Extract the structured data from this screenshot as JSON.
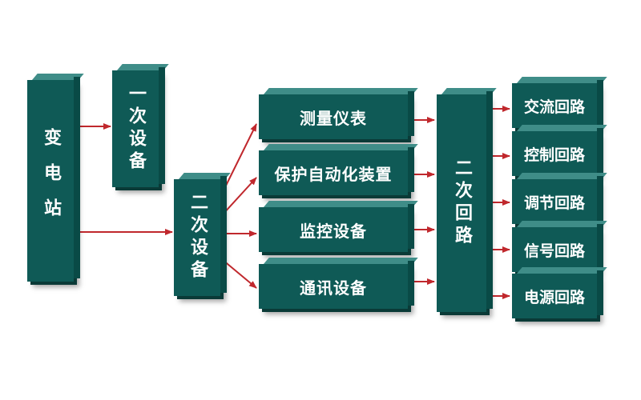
{
  "nodes": {
    "substation": "变电站",
    "primary_equipment": "一次设备",
    "secondary_equipment": "二次设备",
    "measurement_instruments": "测量仪表",
    "protection_automation": "保护自动化装置",
    "monitoring_equipment": "监控设备",
    "communication_equipment": "通讯设备",
    "secondary_circuit": "二次回路",
    "ac_circuit": "交流回路",
    "control_circuit": "控制回路",
    "regulation_circuit": "调节回路",
    "signal_circuit": "信号回路",
    "power_circuit": "电源回路"
  },
  "colors": {
    "box_fill": "#0f5a56",
    "box_top": "#3f8d88",
    "box_side": "#094a46",
    "text": "#ffffff",
    "arrow": "#c0282d"
  }
}
